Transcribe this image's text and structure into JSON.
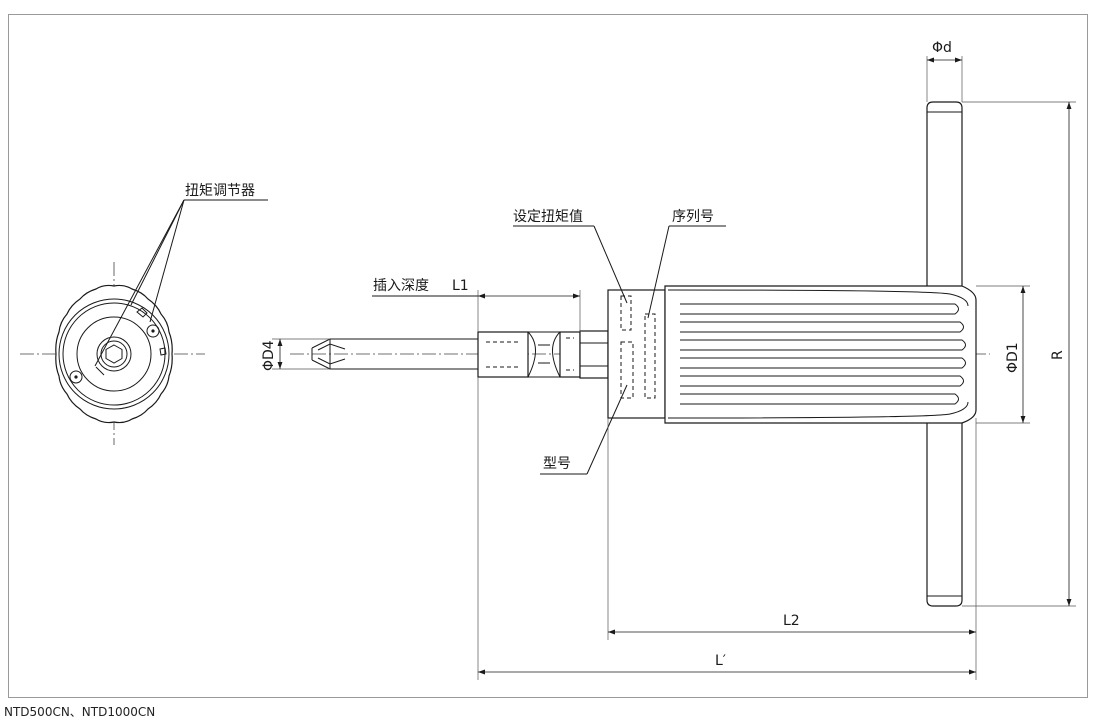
{
  "labels": {
    "torque_adjuster": "扭矩调节器",
    "insertion_depth": "插入深度",
    "L1": "L1",
    "set_torque": "设定扭矩值",
    "serial_no": "序列号",
    "model_no": "型号",
    "phi_d": "Φd",
    "phi_D1": "ΦD1",
    "phi_D4": "ΦD4",
    "R": "R",
    "L2": "L2",
    "L_prime": "L′"
  },
  "caption": "NTD500CN、NTD1000CN"
}
